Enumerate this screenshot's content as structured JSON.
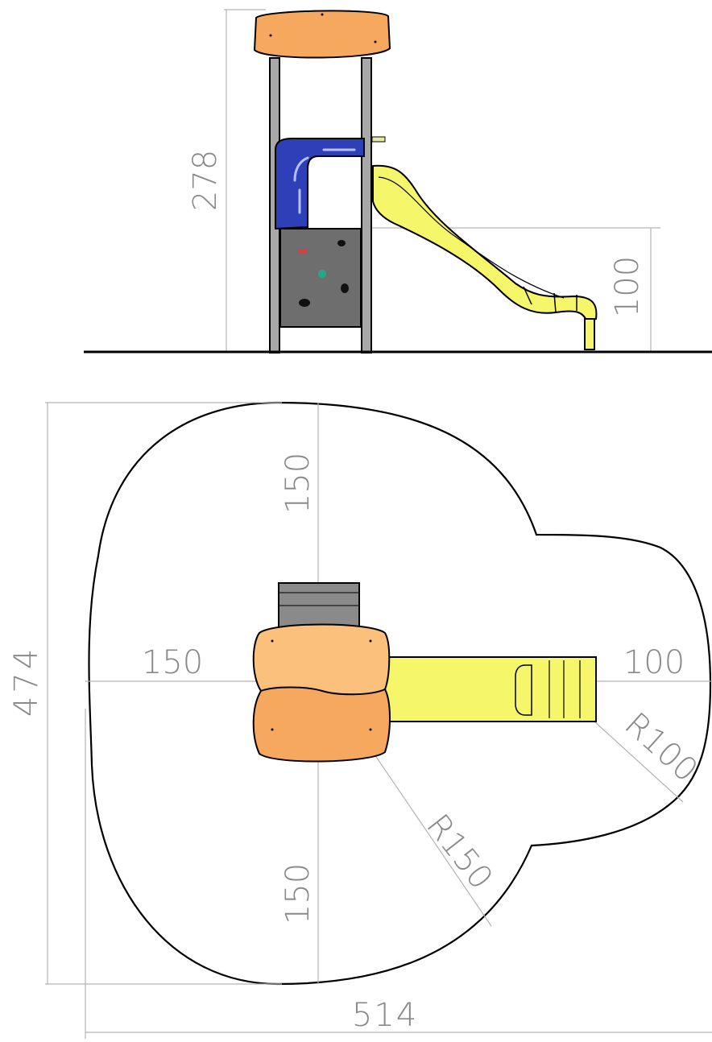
{
  "elevation_view": {
    "overall_height": "278",
    "slide_exit_height": "100"
  },
  "plan_view": {
    "top_clearance": "150",
    "left_clearance": "150",
    "bottom_clearance": "150",
    "slide_clearance": "100",
    "slide_radius": "R100",
    "tower_radius": "R150",
    "overall_depth": "474",
    "overall_width": "514"
  },
  "colors": {
    "roof": "#f7a85f",
    "roof_light": "#fbc07c",
    "panel_blue": "#2e3fb8",
    "climbing_wall": "#6a6a6a",
    "slide": "#f6f66a",
    "post": "#9a9a9a",
    "ground": "#000000"
  }
}
